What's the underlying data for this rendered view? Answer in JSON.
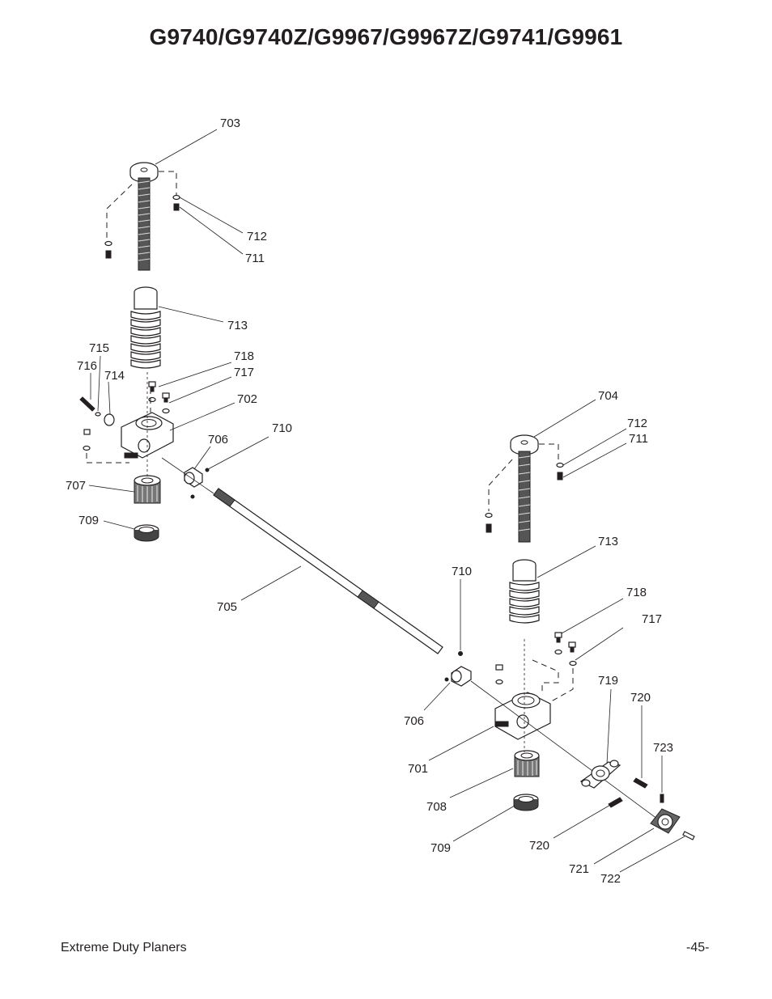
{
  "title": "G9740/G9740Z/G9967/G9967Z/G9741/G9961",
  "footer": {
    "left": "Extreme Duty Planers",
    "right": "-45-"
  },
  "callouts": {
    "c703": "703",
    "c712a": "712",
    "c711a": "711",
    "c713a": "713",
    "c715": "715",
    "c716": "716",
    "c714": "714",
    "c718a": "718",
    "c717a": "717",
    "c702": "702",
    "c710a": "710",
    "c706a": "706",
    "c707": "707",
    "c709a": "709",
    "c705": "705",
    "c704": "704",
    "c712b": "712",
    "c711b": "711",
    "c713b": "713",
    "c710b": "710",
    "c718b": "718",
    "c717b": "717",
    "c719": "719",
    "c720a": "720",
    "c723": "723",
    "c706b": "706",
    "c701": "701",
    "c708": "708",
    "c709b": "709",
    "c720b": "720",
    "c721": "721",
    "c722": "722"
  }
}
